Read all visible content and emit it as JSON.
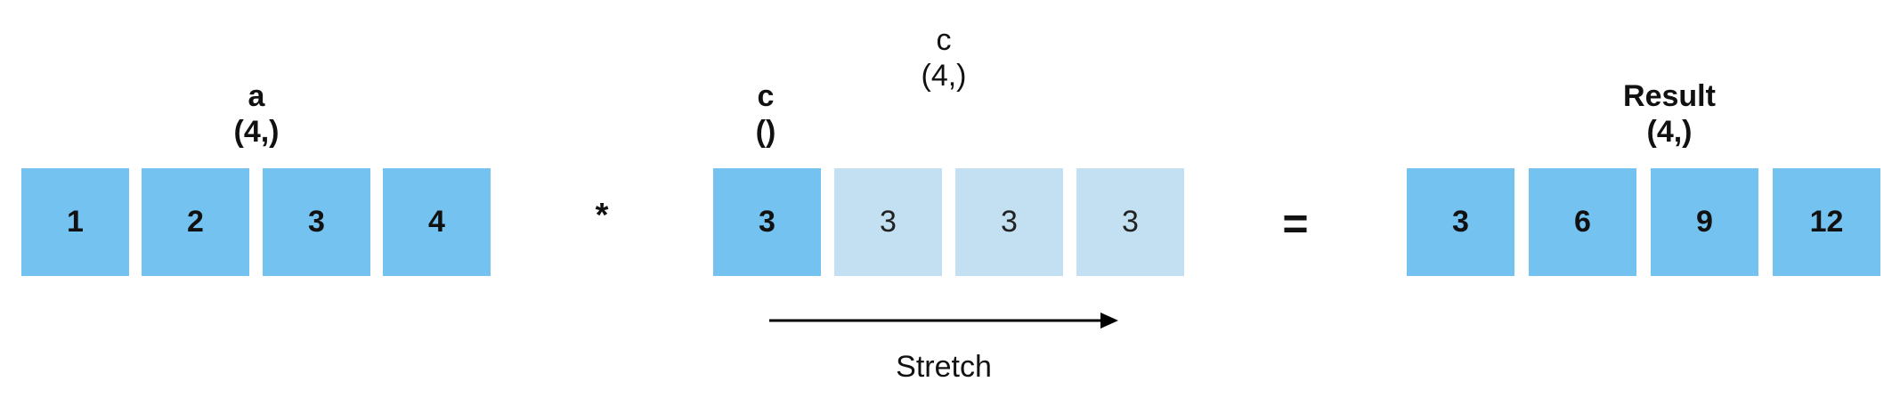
{
  "array_a": {
    "name": "a",
    "shape": "(4,)",
    "values": [
      "1",
      "2",
      "3",
      "4"
    ]
  },
  "multiply_operator": "*",
  "array_c": {
    "name": "c",
    "shape": "()",
    "value": "3",
    "stretched_name": "c",
    "stretched_shape": "(4,)",
    "stretched_values": [
      "3",
      "3",
      "3"
    ]
  },
  "stretch_label": "Stretch",
  "equals_operator": "=",
  "result": {
    "name": "Result",
    "shape": "(4,)",
    "values": [
      "3",
      "6",
      "9",
      "12"
    ]
  },
  "colors": {
    "solid_cell": "#74c2f0",
    "stretched_cell": "#c3e0f2",
    "arrow": "#000000"
  }
}
